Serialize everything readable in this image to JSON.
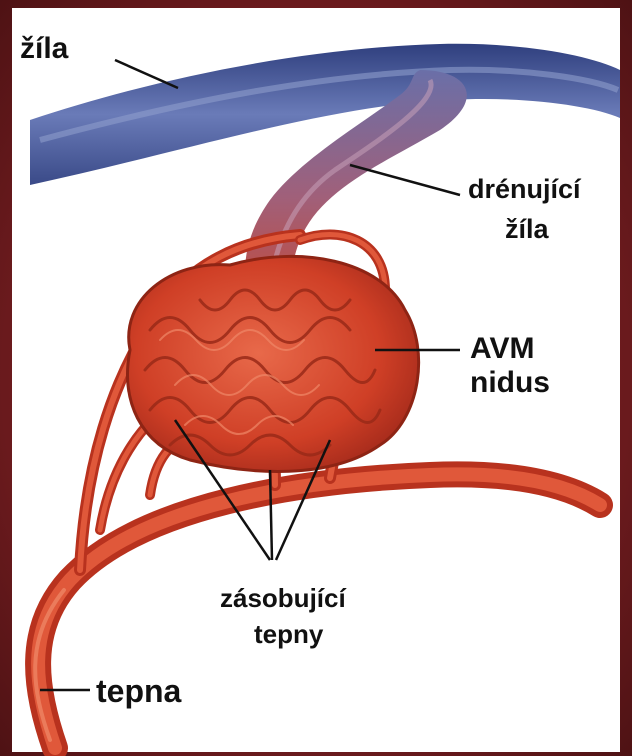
{
  "labels": {
    "vein": "žíla",
    "draining_vein_1": "drénující",
    "draining_vein_2": "žíla",
    "nidus_1": "AVM",
    "nidus_2": "nidus",
    "feeding_1": "zásobující",
    "feeding_2": "tepny",
    "artery": "tepna"
  },
  "colors": {
    "frame": "#7a1f22",
    "vein": "#4f5f9a",
    "artery": "#d7452a",
    "text": "#111111"
  }
}
